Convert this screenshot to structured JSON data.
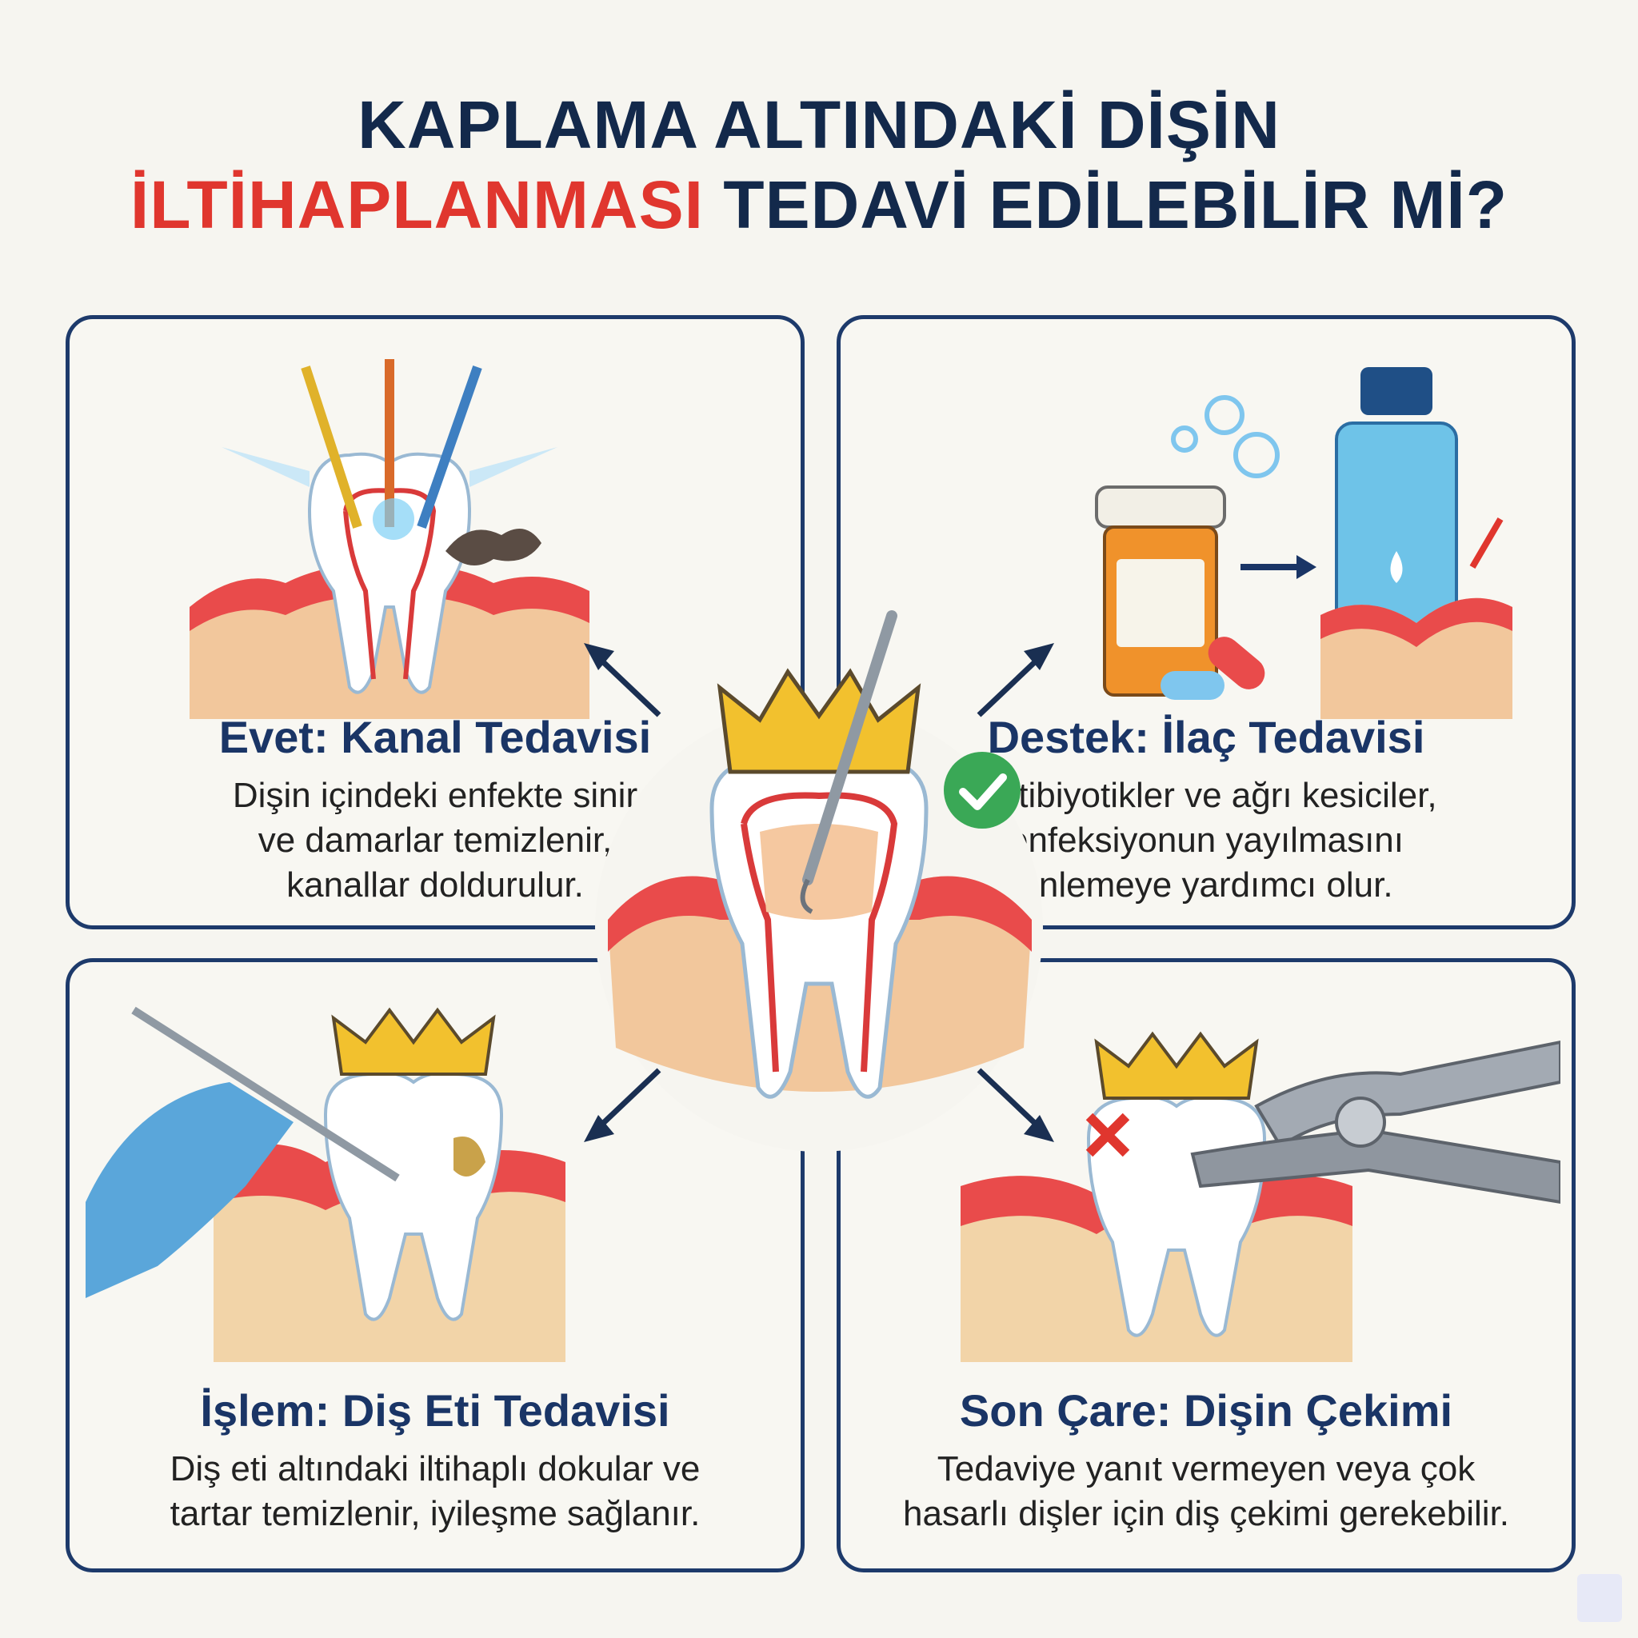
{
  "title": {
    "line1": "KAPLAMA ALTINDAKİ DİŞİN",
    "line2_highlight": "İLTİHAPLANMASI",
    "line2_rest": " TEDAVİ EDİLEBİLİR Mİ?"
  },
  "panels": {
    "top_left": {
      "heading": "Evet: Kanal Tedavisi",
      "lines": [
        "Dişin içindeki enfekte sinir",
        "ve damarlar temizlenir,",
        "kanallar doldurulur."
      ]
    },
    "top_right": {
      "heading": "Destek: İlaç Tedavisi",
      "lines": [
        "Antibiyotikler ve ağrı kesiciler,",
        "enfeksiyonun yayılmasını",
        "önlemeye yardımcı olur."
      ]
    },
    "bottom_left": {
      "heading": "İşlem: Diş Eti Tedavisi",
      "lines": [
        "Diş eti altındaki iltihaplı dokular ve",
        "tartar temizlenir, iyileşme sağlanır."
      ]
    },
    "bottom_right": {
      "heading": "Son Çare: Dişin Çekimi",
      "lines": [
        "Tedaviye yanıt vermeyen veya çok",
        "hasarlı dişler için diş çekimi gerekebilir."
      ]
    }
  },
  "icons": {
    "center": "crowned-tooth-with-probe-icon",
    "check": "green-check-icon",
    "cross": "red-x-icon"
  },
  "colors": {
    "title_navy": "#13294b",
    "title_red": "#e0362e",
    "panel_border": "#1d3a6b",
    "heading": "#1a3566",
    "gum": "#e94b4b",
    "crown": "#f2c12e",
    "check": "#3aa856"
  }
}
